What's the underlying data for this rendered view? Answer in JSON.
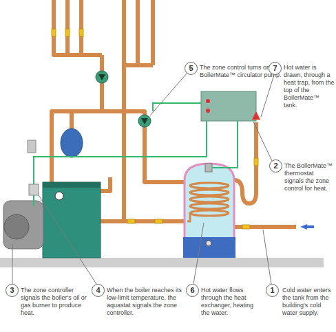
{
  "diagram": {
    "nodes": [
      {
        "text": [
          "1",
          "Cold water enters the tank from the building's cold water supply."
        ]
      },
      {
        "text": [
          "2",
          "The BoilerMate™ thermostat signals the zone control for heat."
        ]
      },
      {
        "text": [
          "3",
          "The zone controller signals the boiler's oil or gas burner to produce heat."
        ]
      },
      {
        "text": [
          "4",
          "When the boiler reaches its low-limit temperature, the aquastat signals the zone controller."
        ]
      },
      {
        "text": [
          "5",
          "The zone control turns on the BoilerMate™ circulator pump."
        ]
      },
      {
        "text": [
          "6",
          "Hot water flows through the heat exchanger, heating the water."
        ]
      },
      {
        "text": [
          "7",
          "Hot water is drawn, through a heat trap, from the top of the BoilerMate™ tank."
        ]
      }
    ]
  }
}
